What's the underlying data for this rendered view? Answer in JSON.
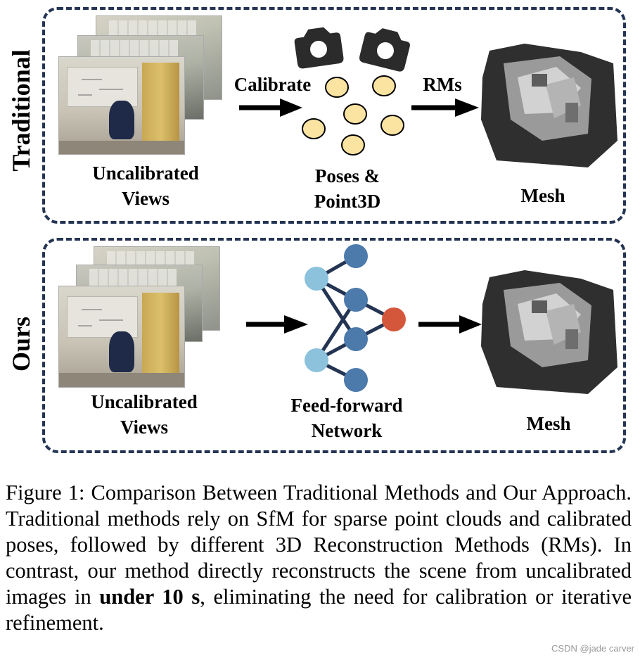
{
  "diagram": {
    "top_row": {
      "label": "Traditional",
      "input_label_line1": "Uncalibrated",
      "input_label_line2": "Views",
      "arrow1_label": "Calibrate",
      "middle_label_line1": "Poses &",
      "middle_label_line2": "Point3D",
      "arrow2_label": "RMs",
      "output_label": "Mesh"
    },
    "bottom_row": {
      "label": "Ours",
      "input_label_line1": "Uncalibrated",
      "input_label_line2": "Views",
      "middle_label_line1": "Feed-forward",
      "middle_label_line2": "Network",
      "output_label": "Mesh"
    },
    "colors": {
      "panel_border": "#243453",
      "point_fill": "#fbe3a2",
      "node_light": "#8cc2dc",
      "node_mid": "#4b7aab",
      "node_output": "#d4573c"
    }
  },
  "caption": {
    "prefix": "Figure 1: Comparison Between Traditional Methods and Our Approach. Traditional methods rely on SfM for sparse point clouds and calibrated poses, followed by different 3D Reconstruction Methods (RMs). In contrast, our method directly reconstructs the scene from uncalibrated images in ",
    "bold": "under 10 s",
    "suffix": ", eliminating the need for calibration or iterative refinement."
  },
  "watermark": "CSDN @jade carver"
}
